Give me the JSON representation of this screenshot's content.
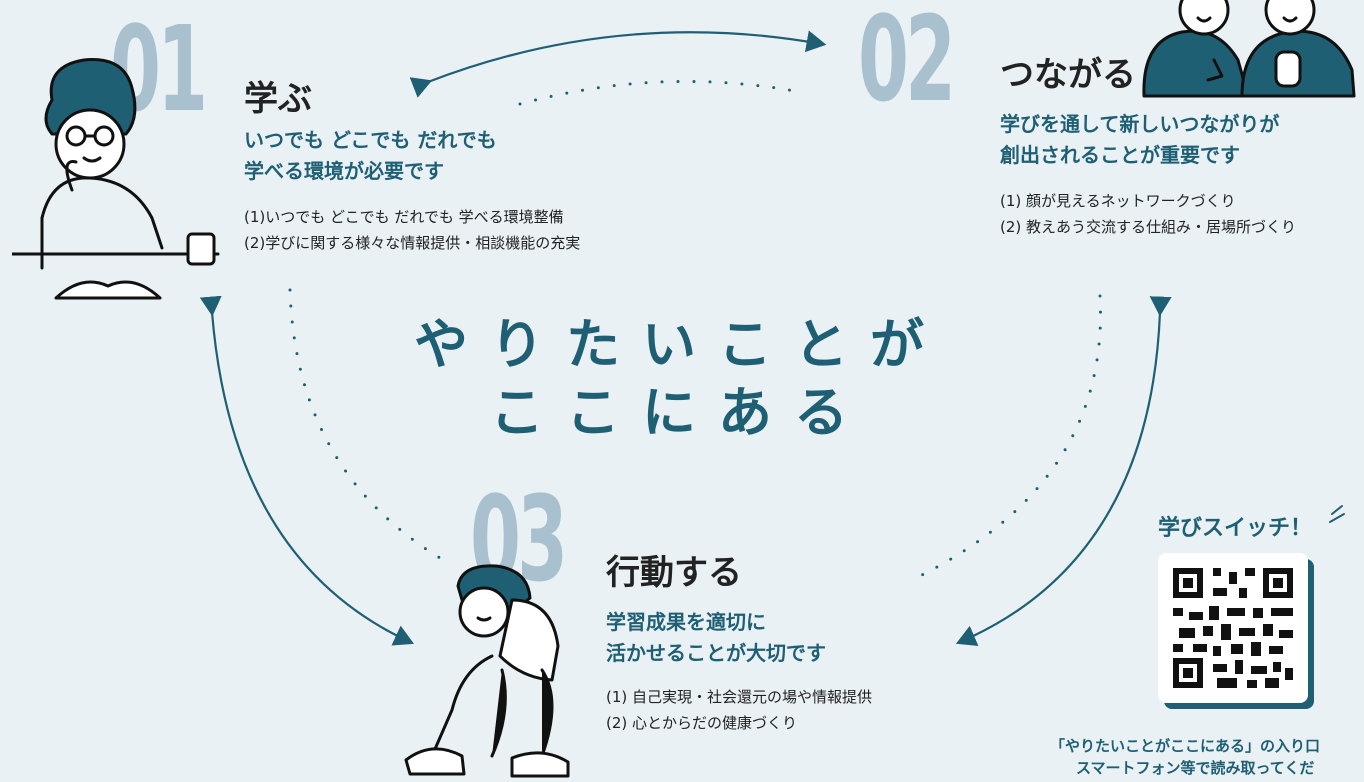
{
  "steps": [
    {
      "number": "01",
      "title": "学ぶ",
      "subtitle_lines": [
        "いつでも どこでも だれでも",
        "学べる環境が必要です"
      ],
      "items": [
        "(1)いつでも どこでも だれでも 学べる環境整備",
        "(2)学びに関する様々な情報提供・相談機能の充実"
      ]
    },
    {
      "number": "02",
      "title": "つながる",
      "subtitle_lines": [
        "学びを通して新しいつながりが",
        "創出されることが重要です"
      ],
      "items": [
        "(1) 顔が見えるネットワークづくり",
        "(2) 教えあう交流する仕組み・居場所づくり"
      ]
    },
    {
      "number": "03",
      "title": "行動する",
      "subtitle_lines": [
        "学習成果を適切に",
        "活かせることが大切です"
      ],
      "items": [
        "(1) 自己実現・社会還元の場や情報提供",
        "(2) 心とからだの健康づくり"
      ]
    }
  ],
  "center": {
    "line1": "やりたいことが",
    "line2": "ここにある"
  },
  "qr": {
    "title": "学びスイッチ！",
    "caption_line1": "「やりたいことがここにある」の入り口",
    "caption_line2": "スマートフォン等で読み取ってくだ"
  },
  "icons": {
    "student": "person-thinking-icon",
    "pair": "two-people-chatting-icon",
    "actor": "person-tying-shoe-icon",
    "qr": "qr-code-icon"
  },
  "colors": {
    "accent": "#1f5f74",
    "number": "#a9c1ce",
    "background": "#e9f1f5"
  }
}
